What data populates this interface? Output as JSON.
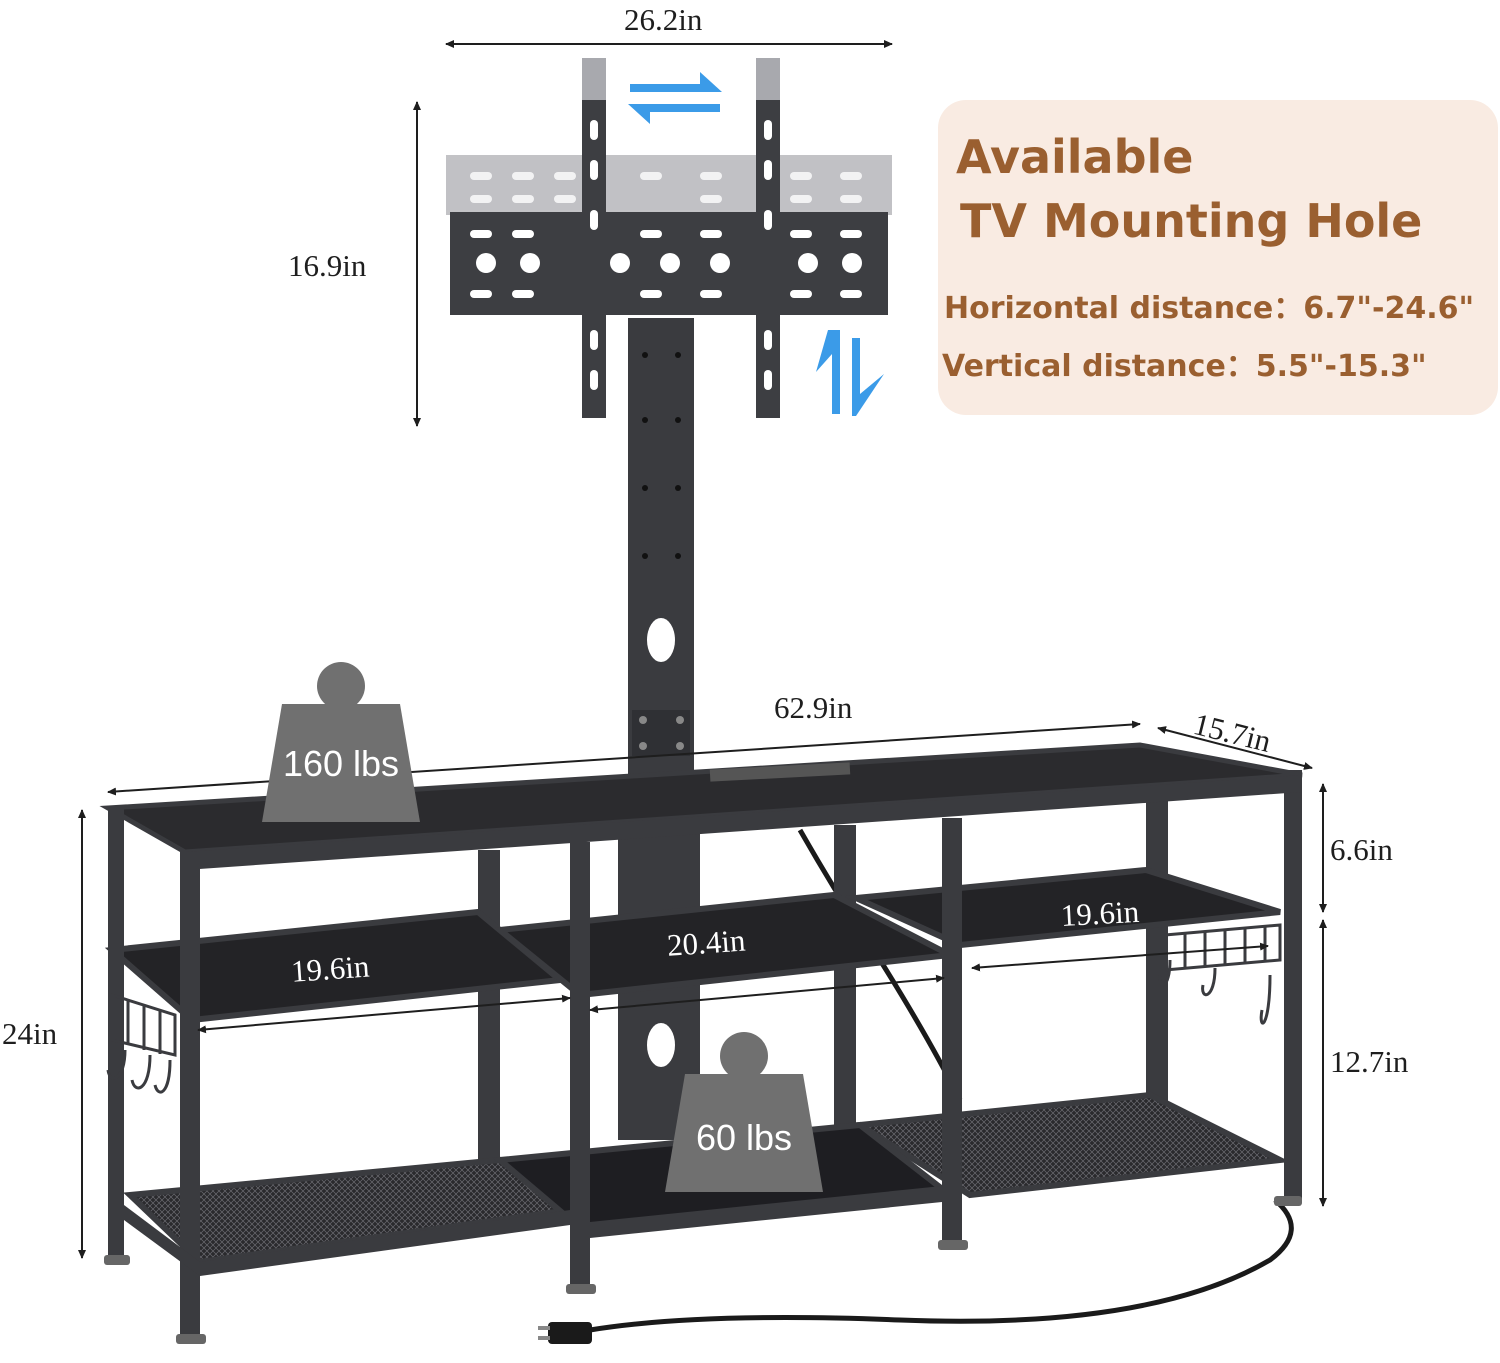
{
  "colors": {
    "frame": "#3a3b3f",
    "shelf": "#232326",
    "bracket": "#3d3e42",
    "arrow_blue": "#3b9be8",
    "weight_badge": "#707070",
    "panel_bg": "#f9ebe2",
    "panel_text": "#9a5f30"
  },
  "dimensions": {
    "bracket_width": "26.2in",
    "bracket_height": "16.9in",
    "top_length": "62.9in",
    "depth": "15.7in",
    "top_compartment_height": "6.6in",
    "lower_compartment_height": "12.7in",
    "total_height": "24in",
    "left_shelf_width": "19.6in",
    "middle_shelf_width": "20.4in",
    "right_shelf_width": "19.6in"
  },
  "weights": {
    "top_capacity": "160 lbs",
    "shelf_capacity": "60 lbs"
  },
  "info_panel": {
    "title_line1": "Available",
    "title_line2": "TV Mounting Hole",
    "horizontal": "Horizontal distance：6.7\"-24.6\"",
    "vertical": "Vertical distance：5.5\"-15.3\""
  },
  "icons": {
    "horizontal_adjust": "left-right-arrows-icon",
    "vertical_adjust": "up-down-arrows-icon",
    "weight": "weight-icon"
  }
}
